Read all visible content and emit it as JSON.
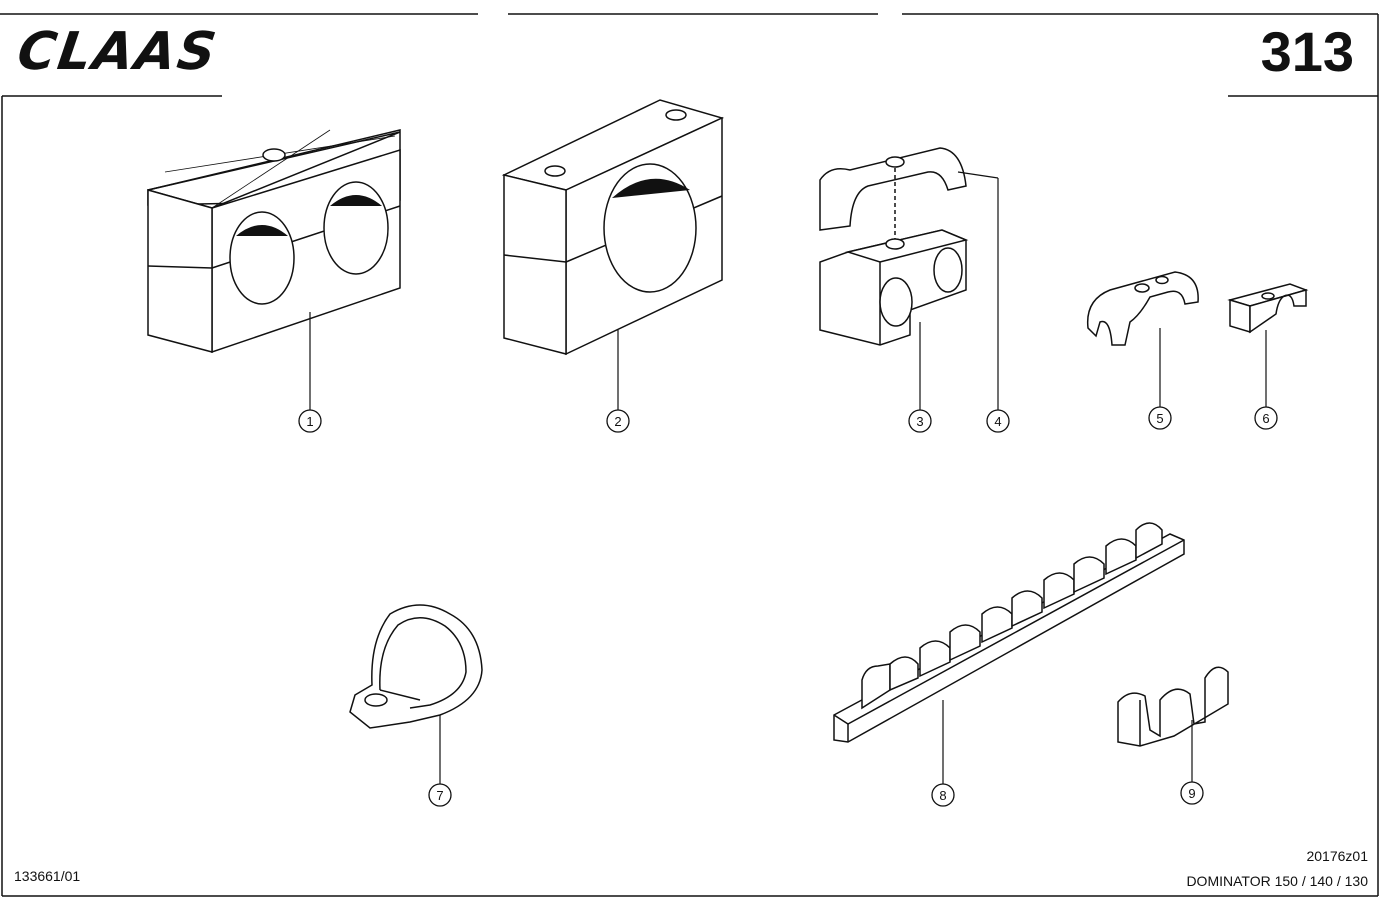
{
  "header": {
    "brand": "CLAAS",
    "page_number": "313"
  },
  "footer": {
    "document_ref": "133661/01",
    "figure_ref": "20176z01",
    "model": "DOMINATOR 150 / 140 / 130"
  },
  "callouts": [
    "1",
    "2",
    "3",
    "4",
    "5",
    "6",
    "7",
    "8",
    "9"
  ]
}
